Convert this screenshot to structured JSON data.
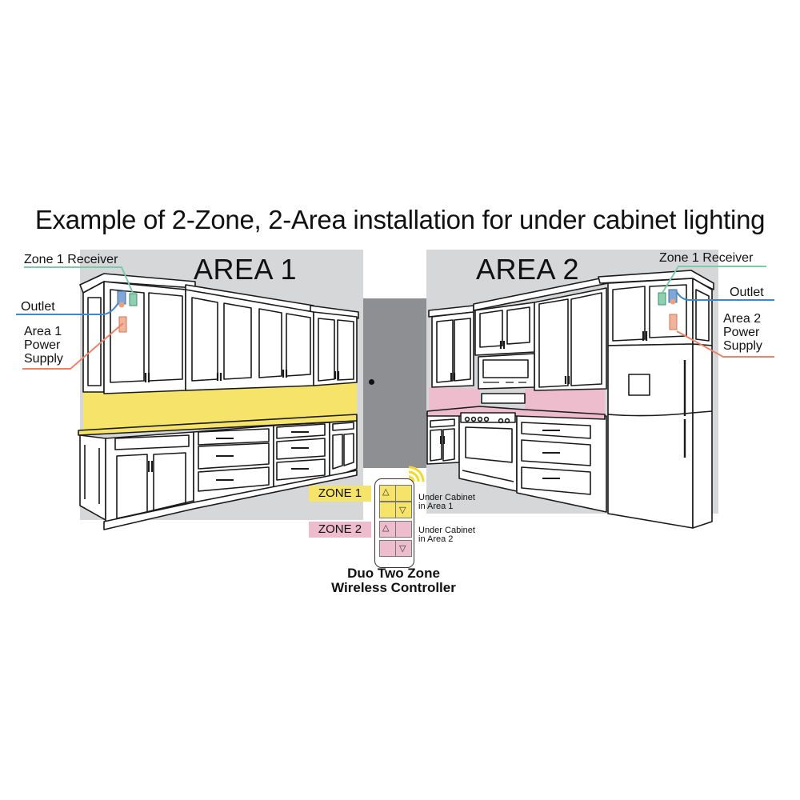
{
  "title": "Example of 2-Zone, 2-Area installation for under cabinet lighting",
  "colors": {
    "zone1": "#f5e36a",
    "zone2": "#eebdcd",
    "wall": "#d6d7d9",
    "door": "#8e8f92",
    "receiver_line": "#7fc9a8",
    "outlet_line": "#3f86c9",
    "power_line": "#e8846a"
  },
  "area1": {
    "label": "AREA 1",
    "callouts": {
      "receiver": "Zone 1 Receiver",
      "outlet": "Outlet",
      "power_supply": [
        "Area 1",
        "Power",
        "Supply"
      ]
    }
  },
  "area2": {
    "label": "AREA 2",
    "callouts": {
      "receiver": "Zone 1 Receiver",
      "outlet": "Outlet",
      "power_supply": [
        "Area 2",
        "Power",
        "Supply"
      ]
    }
  },
  "controller": {
    "zones": [
      {
        "tag": "ZONE 1",
        "description": [
          "Under Cabinet",
          "in Area 1"
        ],
        "up_icon": "triangle-up",
        "down_icon": "triangle-down"
      },
      {
        "tag": "ZONE 2",
        "description": [
          "Under Cabinet",
          "in Area 2"
        ],
        "up_icon": "triangle-up",
        "down_icon": "triangle-down"
      }
    ],
    "caption": [
      "Duo Two Zone",
      "Wireless Controller"
    ],
    "signal_icon": "wireless-signal"
  }
}
